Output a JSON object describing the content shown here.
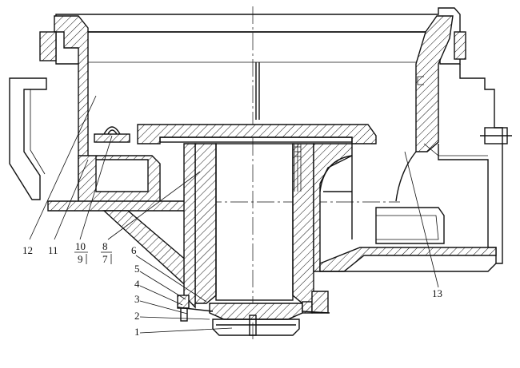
{
  "labels": {
    "l1": "1",
    "l2": "2",
    "l3": "3",
    "l4": "4",
    "l5": "5",
    "l6": "6",
    "l8": "8",
    "l7": "7",
    "l10": "10",
    "l9": "9",
    "l11": "11",
    "l12": "12",
    "l13": "13"
  }
}
